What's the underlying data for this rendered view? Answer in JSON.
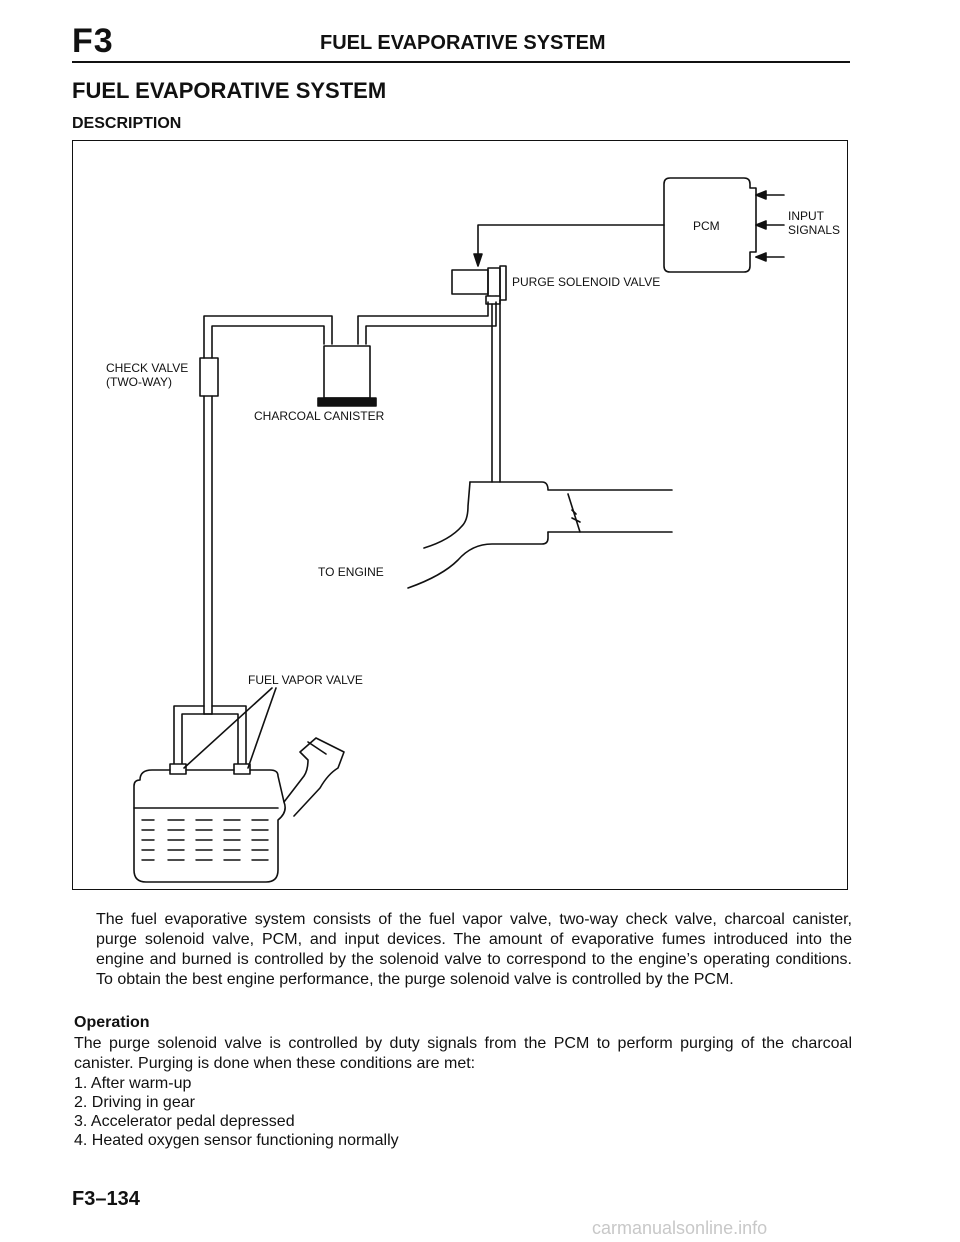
{
  "header": {
    "section_code": "F3",
    "running_title": "FUEL EVAPORATIVE SYSTEM"
  },
  "page_title": "FUEL EVAPORATIVE SYSTEM",
  "section_heading": "DESCRIPTION",
  "diagram": {
    "labels": {
      "pcm": "PCM",
      "input_signals_1": "INPUT",
      "input_signals_2": "SIGNALS",
      "purge_solenoid_valve": "PURGE SOLENOID VALVE",
      "check_valve_1": "CHECK VALVE",
      "check_valve_2": "(TWO-WAY)",
      "charcoal_canister": "CHARCOAL CANISTER",
      "to_engine": "TO ENGINE",
      "fuel_vapor_valve": "FUEL VAPOR VALVE"
    }
  },
  "description_text": "The fuel evaporative system consists of the fuel vapor valve, two-way check valve, charcoal canister, purge solenoid valve, PCM, and input devices. The amount of evaporative fumes introduced into the engine and burned is controlled by the solenoid valve to correspond to the engine’s operating conditions. To obtain the best engine performance, the purge solenoid valve is controlled by the PCM.",
  "operation": {
    "heading": "Operation",
    "text": "The purge solenoid valve is controlled by duty signals from the PCM to perform purging of the charcoal canister. Purging is done when these conditions are met:",
    "conditions": [
      "1. After warm-up",
      "2. Driving in gear",
      "3. Accelerator pedal depressed",
      "4. Heated oxygen sensor functioning normally"
    ]
  },
  "footer": {
    "page_number": "F3–134",
    "watermark": "carmanualsonline.info"
  }
}
